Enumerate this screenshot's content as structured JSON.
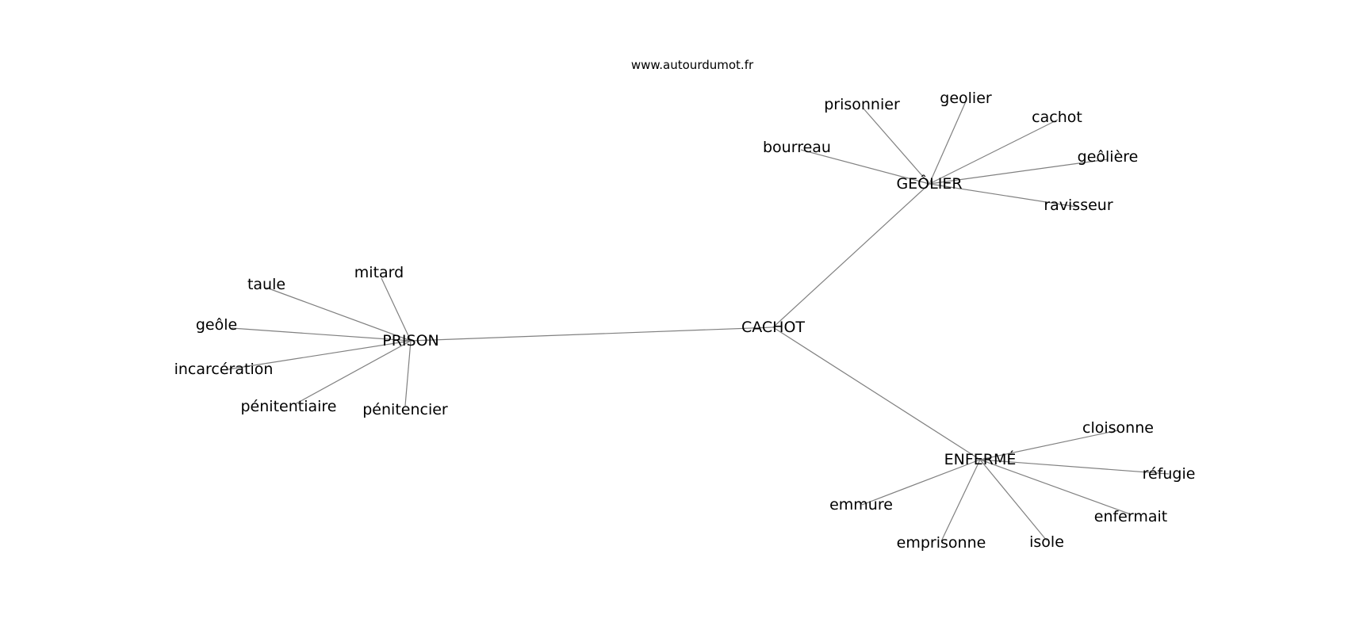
{
  "source": "www.autourdumot.fr",
  "root": "CACHOT",
  "hubs": [
    {
      "word": "PRISON",
      "related": [
        "mitard",
        "taule",
        "geôle",
        "incarcération",
        "pénitentiaire",
        "pénitencier"
      ]
    },
    {
      "word": "GEÔLIER",
      "related": [
        "bourreau",
        "prisonnier",
        "geolier",
        "cachot",
        "geôlière",
        "ravisseur"
      ]
    },
    {
      "word": "ENFERMÉ",
      "related": [
        "cloisonne",
        "réfugie",
        "enfermait",
        "isole",
        "emprisonne",
        "emmure"
      ]
    }
  ]
}
